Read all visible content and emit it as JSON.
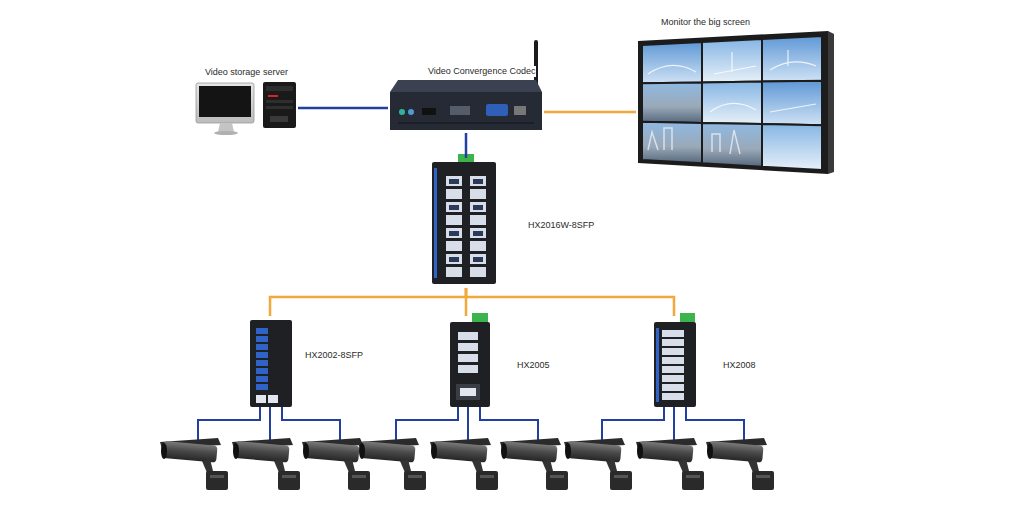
{
  "diagram": {
    "nodes": [
      {
        "text": [
          "Video storage server"
        ]
      },
      {
        "text": [
          "Video Convergence Codec"
        ]
      },
      {
        "text": [
          "Monitor the big screen"
        ]
      },
      {
        "text": [
          "HX2016W-8SFP"
        ]
      },
      {
        "text": [
          "HX2002-8SFP"
        ]
      },
      {
        "text": [
          "HX2005"
        ]
      },
      {
        "text": [
          "HX2008"
        ]
      }
    ],
    "edges": [
      {
        "from": 0,
        "to": 1,
        "arrow": "none"
      },
      {
        "from": 1,
        "to": 2,
        "arrow": "none"
      },
      {
        "from": 1,
        "to": 3,
        "arrow": "none"
      },
      {
        "from": 3,
        "to": 4,
        "arrow": "none"
      },
      {
        "from": 3,
        "to": 5,
        "arrow": "none"
      },
      {
        "from": 3,
        "to": 6,
        "arrow": "none"
      }
    ]
  }
}
